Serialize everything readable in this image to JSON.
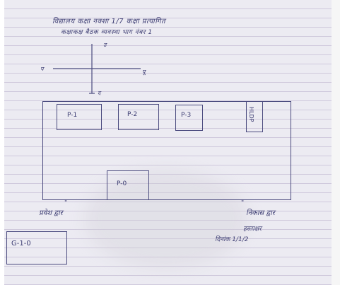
{
  "header": {
    "line1": "विद्यालय कक्षा नक्शा 1/7 कक्षा प्रत्यागित",
    "line2": "कक्षाकक्ष बैठक व्यवस्था भाग नंबर 1"
  },
  "compass": {
    "north": "उ",
    "west": "प",
    "east": "पू",
    "south": "द"
  },
  "room": {
    "stations": [
      "P-1",
      "P-2",
      "P-3",
      "P-0"
    ],
    "board": "HLDP"
  },
  "gate": {
    "label": "G-1-0"
  },
  "marks": {
    "left": "\"",
    "right": "\""
  },
  "footer": {
    "left_label": "प्रवेश द्वार",
    "right_label": "निकास द्वार",
    "sign_line1": "हस्ताक्षर",
    "sign_line2": "दिनांक 1/1/2"
  },
  "colors": {
    "ink": "#3d3d73",
    "paper": "#ecebf2",
    "rule": "#cfc9dc"
  }
}
